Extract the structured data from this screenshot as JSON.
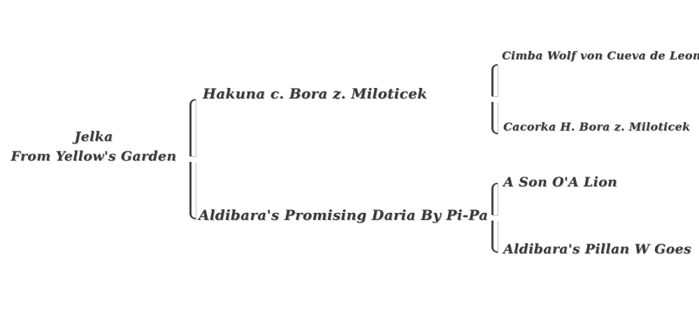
{
  "subject": {
    "line1": "Jelka",
    "line2": "From Yellow's Garden"
  },
  "parents": {
    "sire": "Hakuna c. Bora z. Miloticek",
    "dam": "Aldibara's Promising Daria By  Pi-Pa"
  },
  "grandparents": {
    "sire_sire": "Cimba Wolf von Cueva de Leones",
    "sire_dam": "Cacorka H. Bora z. Miloticek",
    "dam_sire": "A Son O'A Lion",
    "dam_dam": "Aldibara's Pillan W Goes"
  }
}
